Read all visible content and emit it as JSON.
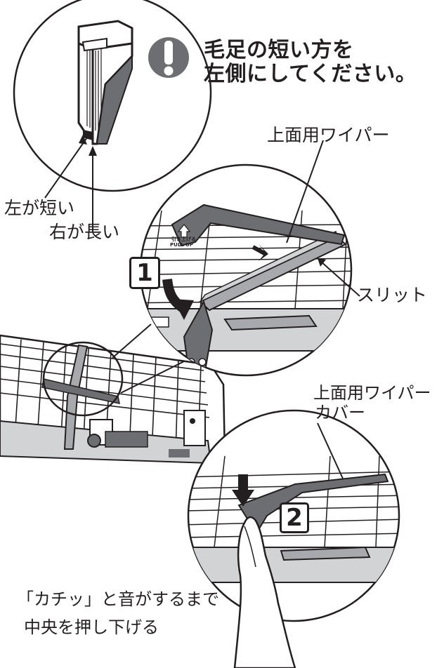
{
  "warning": {
    "icon": "exclamation-icon",
    "line1": "毛足の短い方を",
    "line2": "左側にしてください。"
  },
  "labels": {
    "left_short": "左が短い",
    "right_long": "右が長い",
    "top_wiper": "上面用ワイパー",
    "slit": "スリット",
    "wiper_cover_line1": "上面用ワイパー",
    "wiper_cover_line2": "カバー"
  },
  "steps": [
    "1",
    "2"
  ],
  "instruction": {
    "line1": "「カチッ」と音がするまで",
    "line2": "中央を押し下げる"
  },
  "handle_marking": {
    "line1": "引き上げる",
    "line2": "PULL UP"
  },
  "colors": {
    "ink": "#231f20",
    "dark_gray": "#6d6e71",
    "mid_gray": "#a7a9ac",
    "light_gray": "#d1d3d4",
    "paper": "#ffffff"
  }
}
